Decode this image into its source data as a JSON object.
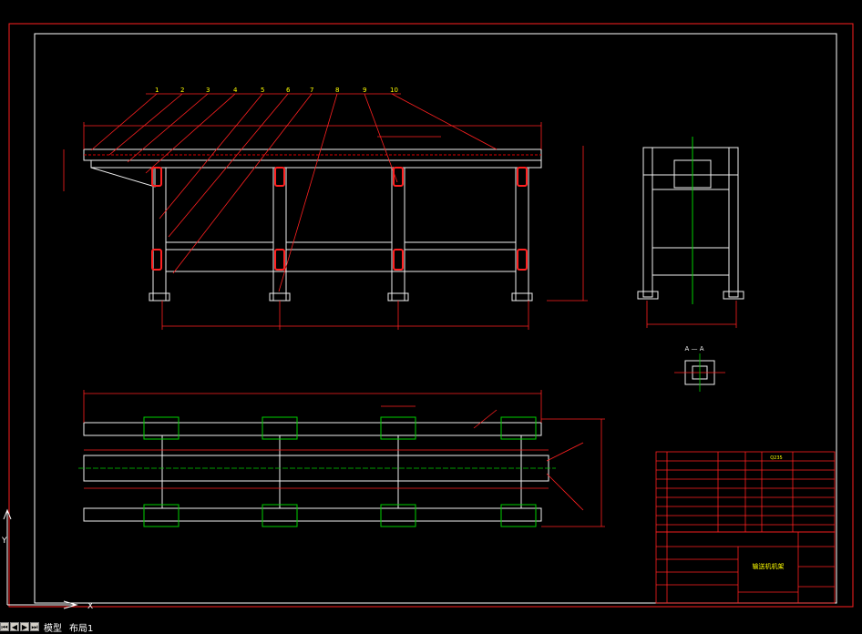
{
  "colors": {
    "background": "#000000",
    "border_red": "#ff2020",
    "frame_white": "#ffffff",
    "line_white": "#f0f0f0",
    "center_green": "#00d000",
    "dim_red": "#e00000",
    "label_yellow": "#ffff00"
  },
  "callouts": [
    "1",
    "2",
    "3",
    "4",
    "5",
    "6",
    "7",
    "8",
    "9",
    "10"
  ],
  "section_label": "A — A",
  "ucs": {
    "y_label": "Y",
    "x_label": "X"
  },
  "tabs": {
    "model": "模型",
    "layout1": "布局1"
  },
  "nav_icons": [
    "first-tab-icon",
    "prev-tab-icon",
    "next-tab-icon",
    "last-tab-icon"
  ],
  "title_block": {
    "drawing_title": "输送机机架",
    "material": "Q235"
  }
}
